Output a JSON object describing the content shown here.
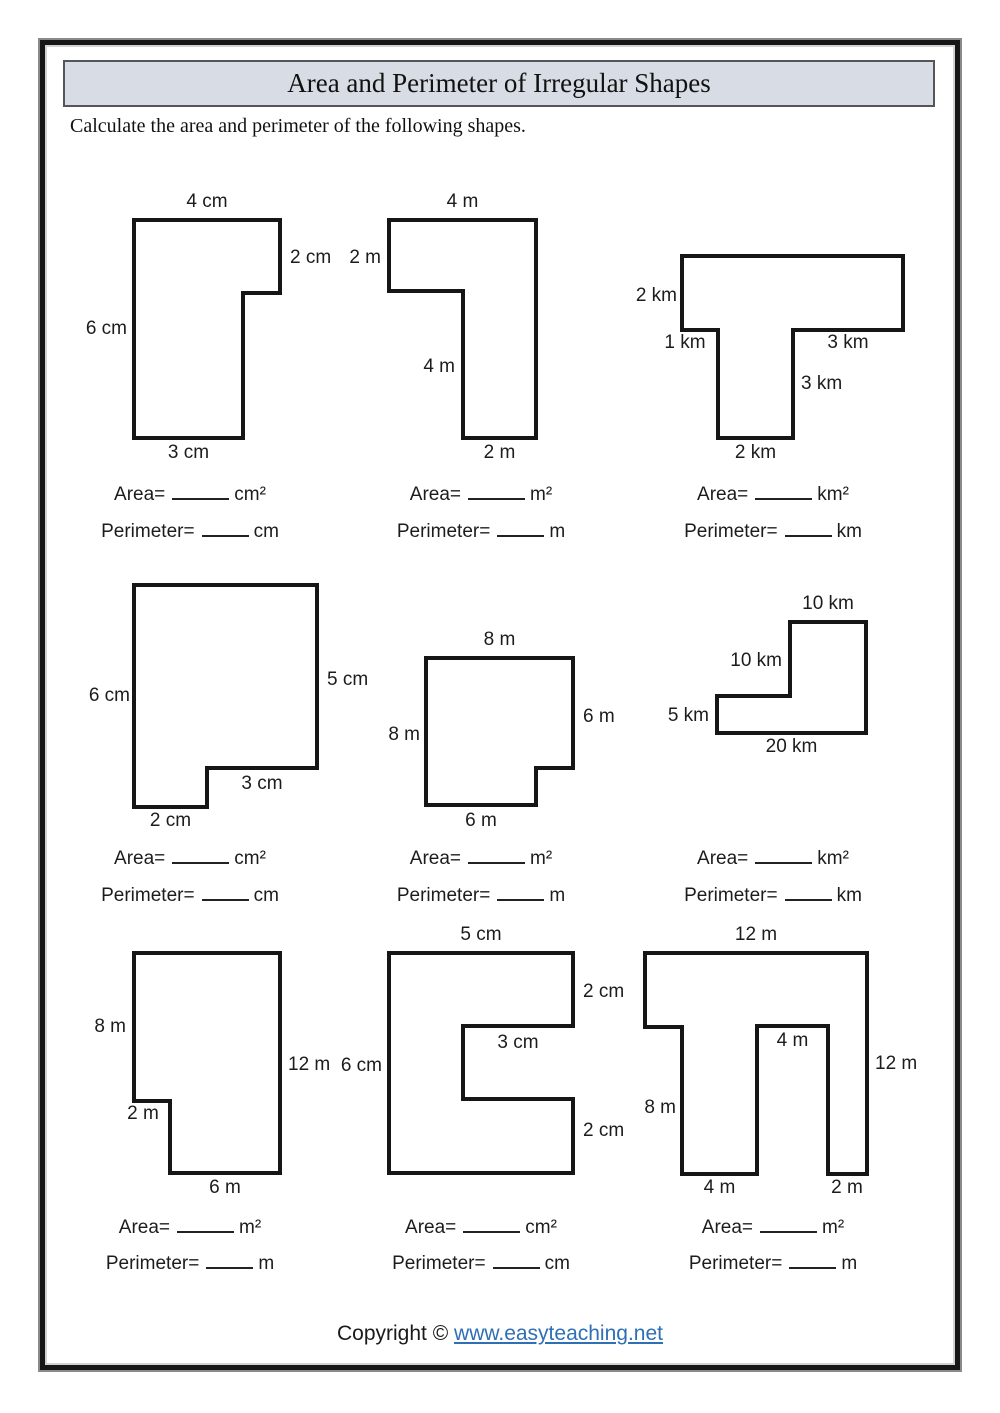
{
  "header": {
    "title": "Area and Perimeter of Irregular Shapes",
    "instructions": "Calculate the area and perimeter of the following shapes."
  },
  "common": {
    "area_label": "Area=",
    "perimeter_label": "Perimeter="
  },
  "shapes": [
    {
      "name": "shape-1",
      "labels": {
        "top": "4 cm",
        "right": "2 cm",
        "left": "6 cm",
        "bottom": "3 cm"
      },
      "area_unit": "cm²",
      "perimeter_unit": "cm"
    },
    {
      "name": "shape-2",
      "labels": {
        "top": "4 m",
        "left": "2 m",
        "mid": "4 m",
        "bottom": "2 m"
      },
      "area_unit": "m²",
      "perimeter_unit": "m"
    },
    {
      "name": "shape-3",
      "labels": {
        "left": "2 km",
        "step_left": "1 km",
        "step_right": "3 km",
        "stem_right": "3 km",
        "bottom": "2 km"
      },
      "area_unit": "km²",
      "perimeter_unit": "km"
    },
    {
      "name": "shape-4",
      "labels": {
        "left": "6 cm",
        "right": "5 cm",
        "notch": "3 cm",
        "bottom": "2 cm"
      },
      "area_unit": "cm²",
      "perimeter_unit": "cm"
    },
    {
      "name": "shape-5",
      "labels": {
        "top": "8 m",
        "right": "6 m",
        "left": "8 m",
        "bottom": "6 m"
      },
      "area_unit": "m²",
      "perimeter_unit": "m"
    },
    {
      "name": "shape-6",
      "labels": {
        "top": "10 km",
        "mid_left": "10 km",
        "left": "5 km",
        "bottom": "20 km"
      },
      "area_unit": "km²",
      "perimeter_unit": "km"
    },
    {
      "name": "shape-7",
      "labels": {
        "left": "8 m",
        "right": "12 m",
        "step": "2 m",
        "bottom": "6 m"
      },
      "area_unit": "m²",
      "perimeter_unit": "m"
    },
    {
      "name": "shape-8",
      "labels": {
        "top": "5 cm",
        "right_upper": "2 cm",
        "inner": "3 cm",
        "left": "6 cm",
        "right_lower": "2 cm"
      },
      "area_unit": "cm²",
      "perimeter_unit": "cm"
    },
    {
      "name": "shape-9",
      "labels": {
        "top": "12 m",
        "inner": "4 m",
        "right": "12 m",
        "left": "8 m",
        "bottom_left": "4 m",
        "bottom_right": "2 m"
      },
      "area_unit": "m²",
      "perimeter_unit": "m"
    }
  ],
  "footer": {
    "copyright": "Copyright © ",
    "link": "www.easyteaching.net"
  }
}
